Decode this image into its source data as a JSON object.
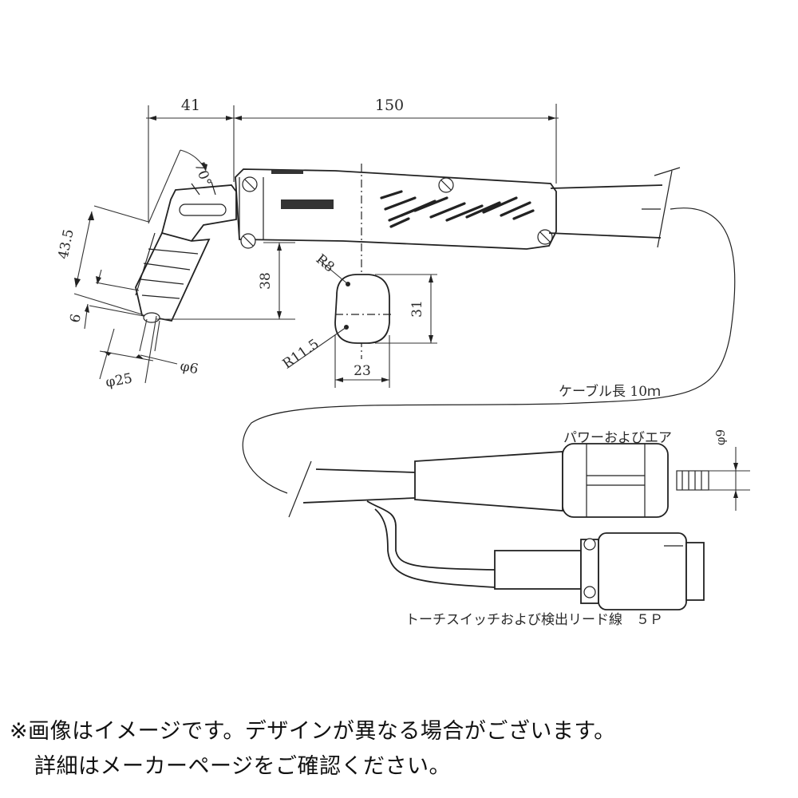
{
  "drawing": {
    "dimensions": {
      "tip_length": "41",
      "body_length": "150",
      "head_angle": "70°",
      "head_height": "43.5",
      "nozzle_offset": "6",
      "nozzle_diameter": "φ25",
      "tip_diameter": "φ6",
      "grip_height": "38",
      "radius_top": "R8",
      "radius_bottom": "R11.5",
      "grip_section_width": "23",
      "grip_section_height": "31",
      "connector_diameter": "φ9"
    },
    "labels": {
      "cable_length": "ケーブル長 10ｍ",
      "power_air": "パワーおよびエア",
      "switch_lead": "トーチスイッチおよび検出リード線　５Ｐ"
    },
    "colors": {
      "line": "#222222",
      "text": "#2a2a2a",
      "background": "#ffffff"
    }
  },
  "notice": {
    "line1": "※画像はイメージです。デザインが異なる場合がございます。",
    "line2": "詳細はメーカーページをご確認ください。"
  }
}
